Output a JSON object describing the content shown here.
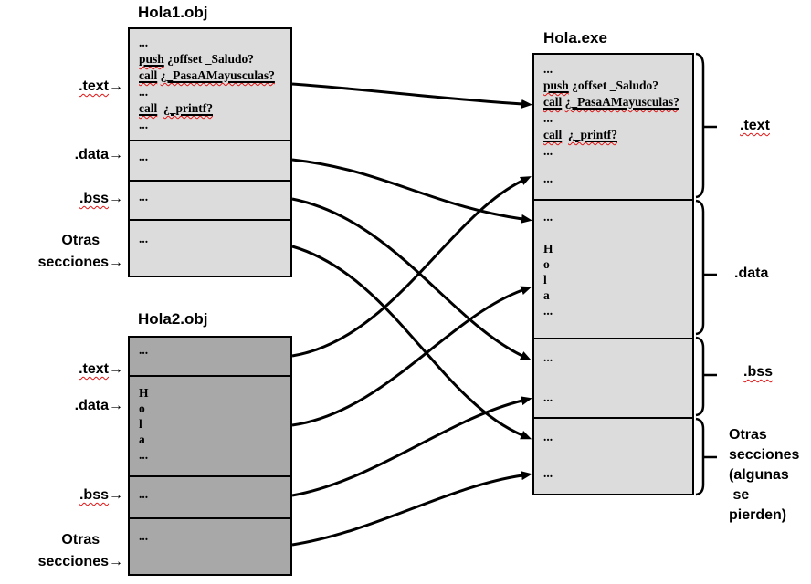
{
  "colors": {
    "background": "#ffffff",
    "obj_light_fill": "#dcdcdc",
    "obj_dark_fill": "#a8a8a8",
    "border": "#000000",
    "arrow": "#000000",
    "squiggle_red": "#e11414"
  },
  "boxes": {
    "hola1": {
      "title": "Hola1.obj",
      "text_lines": [
        {
          "segs": [
            {
              "t": "..."
            }
          ]
        },
        {
          "segs": [
            {
              "t": "push",
              "u": true,
              "s": true
            },
            {
              "t": " ¿offset _Saludo?"
            }
          ]
        },
        {
          "segs": [
            {
              "t": "call",
              "u": true,
              "s": true
            },
            {
              "t": " "
            },
            {
              "t": "¿_PasaAMayusculas?",
              "u": true,
              "s": true
            }
          ]
        },
        {
          "segs": [
            {
              "t": "..."
            }
          ]
        },
        {
          "segs": [
            {
              "t": "call",
              "u": true,
              "s": true
            },
            {
              "t": "  "
            },
            {
              "t": "¿_printf?",
              "u": true,
              "s": true
            }
          ]
        },
        {
          "segs": [
            {
              "t": "..."
            }
          ]
        }
      ],
      "data_lines": [
        {
          "segs": [
            {
              "t": "..."
            }
          ]
        }
      ],
      "bss_lines": [
        {
          "segs": [
            {
              "t": "..."
            }
          ]
        }
      ],
      "otras_lines": [
        {
          "segs": [
            {
              "t": "..."
            }
          ]
        }
      ]
    },
    "hola2": {
      "title": "Hola2.obj",
      "text_lines": [
        {
          "segs": [
            {
              "t": "..."
            }
          ]
        }
      ],
      "data_lines": [
        {
          "segs": [
            {
              "t": "H"
            }
          ]
        },
        {
          "segs": [
            {
              "t": "o"
            }
          ]
        },
        {
          "segs": [
            {
              "t": "l"
            }
          ]
        },
        {
          "segs": [
            {
              "t": "a"
            }
          ]
        },
        {
          "segs": [
            {
              "t": "..."
            }
          ]
        }
      ],
      "bss_lines": [
        {
          "segs": [
            {
              "t": "..."
            }
          ]
        }
      ],
      "otras_lines": [
        {
          "segs": [
            {
              "t": "..."
            }
          ]
        }
      ]
    },
    "exe": {
      "title": "Hola.exe",
      "text_lines": [
        {
          "segs": [
            {
              "t": "..."
            }
          ]
        },
        {
          "segs": [
            {
              "t": "push",
              "u": true,
              "s": true
            },
            {
              "t": " ¿offset _Saludo?"
            }
          ]
        },
        {
          "segs": [
            {
              "t": "call",
              "u": true,
              "s": true
            },
            {
              "t": " "
            },
            {
              "t": "¿_PasaAMayusculas?",
              "u": true,
              "s": true
            }
          ]
        },
        {
          "segs": [
            {
              "t": "..."
            }
          ]
        },
        {
          "segs": [
            {
              "t": "call",
              "u": true,
              "s": true
            },
            {
              "t": "  "
            },
            {
              "t": "¿_printf?",
              "u": true,
              "s": true
            }
          ]
        },
        {
          "segs": [
            {
              "t": "..."
            }
          ]
        },
        {
          "mt": 12,
          "segs": [
            {
              "t": "..."
            }
          ]
        }
      ],
      "data_lines": [
        {
          "segs": [
            {
              "t": "..."
            }
          ]
        },
        {
          "mt": 18,
          "segs": [
            {
              "t": "H"
            }
          ]
        },
        {
          "segs": [
            {
              "t": "o"
            }
          ]
        },
        {
          "segs": [
            {
              "t": "l"
            }
          ]
        },
        {
          "segs": [
            {
              "t": "a"
            }
          ]
        },
        {
          "segs": [
            {
              "t": "..."
            }
          ]
        }
      ],
      "bss_lines": [
        {
          "segs": [
            {
              "t": "..."
            }
          ]
        },
        {
          "mt": 26,
          "segs": [
            {
              "t": "..."
            }
          ]
        }
      ],
      "otras_lines": [
        {
          "segs": [
            {
              "t": "..."
            }
          ]
        },
        {
          "mt": 22,
          "segs": [
            {
              "t": "..."
            }
          ]
        }
      ]
    }
  },
  "left_labels": {
    "h1_text": [
      {
        "segs": [
          {
            "t": ".text",
            "s": true
          },
          {
            "t": "→"
          }
        ]
      }
    ],
    "h1_data": [
      {
        "segs": [
          {
            "t": ".data→"
          }
        ]
      }
    ],
    "h1_bss": [
      {
        "segs": [
          {
            "t": ".bss",
            "s": true
          },
          {
            "t": "→"
          }
        ]
      }
    ],
    "h1_otras": [
      {
        "segs": [
          {
            "t": "Otras"
          }
        ]
      },
      {
        "segs": [
          {
            "t": "secciones→"
          }
        ]
      }
    ],
    "h2_text": [
      {
        "segs": [
          {
            "t": ".text",
            "s": true
          },
          {
            "t": "→"
          }
        ]
      }
    ],
    "h2_data": [
      {
        "segs": [
          {
            "t": ".data→"
          }
        ]
      }
    ],
    "h2_bss": [
      {
        "segs": [
          {
            "t": ".bss",
            "s": true
          },
          {
            "t": "→"
          }
        ]
      }
    ],
    "h2_otras": [
      {
        "segs": [
          {
            "t": "Otras"
          }
        ]
      },
      {
        "segs": [
          {
            "t": "secciones→"
          }
        ]
      }
    ]
  },
  "right_labels": {
    "text": [
      {
        "segs": [
          {
            "t": ".text",
            "s": true
          }
        ]
      }
    ],
    "data": [
      {
        "segs": [
          {
            "t": ".data"
          }
        ]
      }
    ],
    "bss": [
      {
        "segs": [
          {
            "t": ".bss",
            "s": true
          }
        ]
      }
    ],
    "otras": [
      {
        "segs": [
          {
            "t": "Otras"
          }
        ]
      },
      {
        "segs": [
          {
            "t": "secciones"
          }
        ]
      },
      {
        "segs": [
          {
            "t": "(algunas"
          }
        ]
      },
      {
        "segs": [
          {
            "t": " se"
          }
        ]
      },
      {
        "segs": [
          {
            "t": "pierden)"
          }
        ]
      }
    ]
  },
  "connections": [
    {
      "from": "Hola1.obj .text",
      "to": "Hola.exe .text"
    },
    {
      "from": "Hola1.obj .data",
      "to": "Hola.exe .data"
    },
    {
      "from": "Hola1.obj .bss",
      "to": "Hola.exe .bss"
    },
    {
      "from": "Hola1.obj Otras secciones",
      "to": "Hola.exe Otras secciones"
    },
    {
      "from": "Hola2.obj .text",
      "to": "Hola.exe .text"
    },
    {
      "from": "Hola2.obj .data",
      "to": "Hola.exe .data"
    },
    {
      "from": "Hola2.obj .bss",
      "to": "Hola.exe .bss"
    },
    {
      "from": "Hola2.obj Otras secciones",
      "to": "Hola.exe Otras secciones"
    }
  ]
}
